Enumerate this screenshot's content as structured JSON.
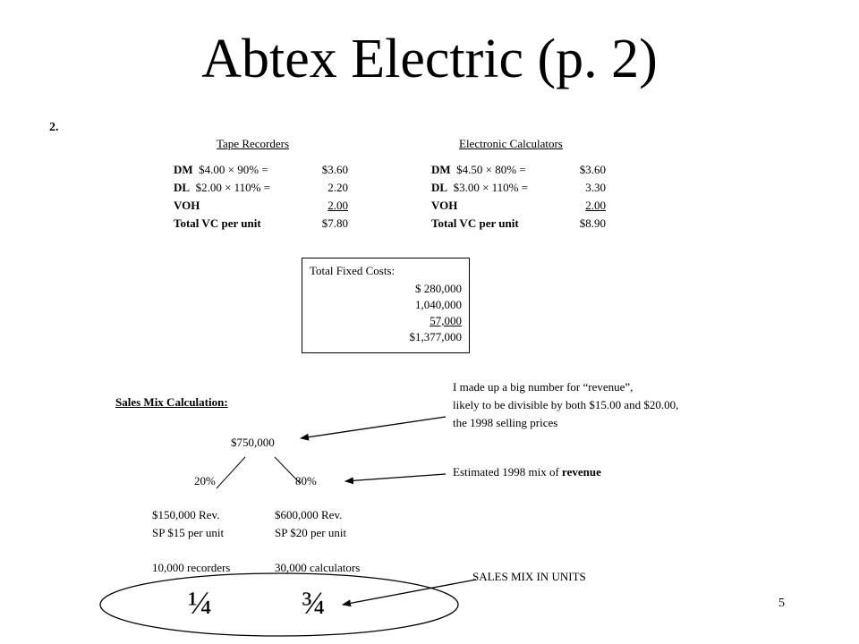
{
  "title": "Abtex Electric (p. 2)",
  "section_number": "2.",
  "tape": {
    "header": "Tape Recorders",
    "rows": [
      {
        "label": "DM",
        "detail": "$4.00 × 90% =",
        "amount": "$3.60"
      },
      {
        "label": "DL",
        "detail": "$2.00 × 110% =",
        "amount": "2.20"
      },
      {
        "label": "VOH",
        "detail": "",
        "amount": "2.00"
      },
      {
        "label": "Total VC per unit",
        "detail": "",
        "amount": "$7.80"
      }
    ]
  },
  "calc": {
    "header": "Electronic Calculators",
    "rows": [
      {
        "label": "DM",
        "detail": "$4.50 × 80% =",
        "amount": "$3.60"
      },
      {
        "label": "DL",
        "detail": "$3.00 × 110% =",
        "amount": "3.30"
      },
      {
        "label": "VOH",
        "detail": "",
        "amount": "2.00"
      },
      {
        "label": "Total VC per unit",
        "detail": "",
        "amount": "$8.90"
      }
    ]
  },
  "fixed": {
    "label": "Total Fixed Costs:",
    "values": [
      "$   280,000",
      "1,040,000",
      "57,000",
      "$1,377,000"
    ]
  },
  "sales_mix": {
    "heading": "Sales Mix Calculation:",
    "revenue": "$750,000",
    "pct_left": "20%",
    "pct_right": "80%",
    "left_rev": "$150,000 Rev.",
    "left_sp": "SP $15 per unit",
    "left_units": "10,000 recorders",
    "right_rev": "$600,000 Rev.",
    "right_sp": "SP $20 per unit",
    "right_units": "30,000 calculators",
    "frac_left": "¼",
    "frac_right": "¾"
  },
  "notes": {
    "revenue_note": [
      "I made up a big number for “revenue”,",
      "likely to be divisible by both $15.00 and $20.00,",
      "the 1998 selling prices"
    ],
    "mix_note_prefix": "Estimated 1998 mix of ",
    "mix_note_bold": "revenue",
    "units_note": "SALES MIX IN UNITS"
  },
  "page_number": "5"
}
